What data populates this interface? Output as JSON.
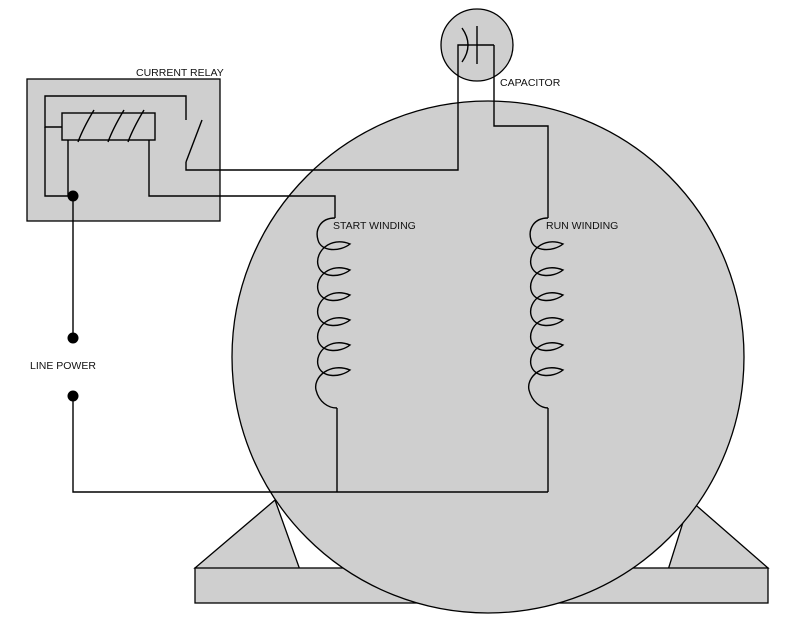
{
  "labels": {
    "current_relay": "CURRENT RELAY",
    "capacitor": "CAPACITOR",
    "start_winding": "START WINDING",
    "run_winding": "RUN WINDING",
    "line_power": "LINE POWER"
  },
  "colors": {
    "fill": "#cfcfcf",
    "stroke": "#000000",
    "background": "#ffffff"
  }
}
